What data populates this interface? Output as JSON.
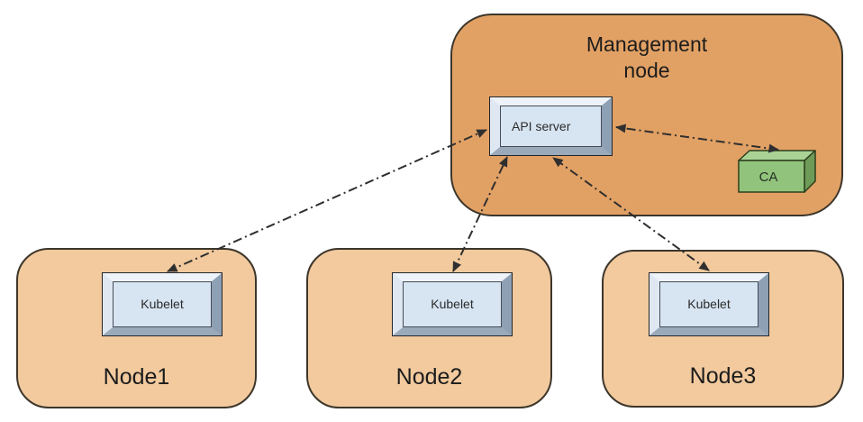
{
  "management": {
    "title": "Management node",
    "api_server_label": "API server",
    "ca_label": "CA"
  },
  "nodes": [
    {
      "label": "Node1",
      "component": "Kubelet"
    },
    {
      "label": "Node2",
      "component": "Kubelet"
    },
    {
      "label": "Node3",
      "component": "Kubelet"
    }
  ],
  "connections": [
    {
      "from": "api-server",
      "to": "kubelet-node1",
      "style": "dash-dot",
      "bidirectional": true
    },
    {
      "from": "api-server",
      "to": "kubelet-node2",
      "style": "dash-dot",
      "bidirectional": true
    },
    {
      "from": "api-server",
      "to": "kubelet-node3",
      "style": "dash-dot",
      "bidirectional": true
    },
    {
      "from": "api-server",
      "to": "ca",
      "style": "dash-dot",
      "bidirectional": true
    }
  ],
  "colors": {
    "management_fill": "#e2a164",
    "node_fill": "#f2ca9e",
    "outline": "#3d362b",
    "bevel_face": "#d7e4f2",
    "bevel_light": "#eef3fa",
    "bevel_dark": "#8ea0b4",
    "ca_front": "#92c37c",
    "ca_top": "#a9d294",
    "ca_side": "#6e9b57",
    "arrow": "#2f2f2f"
  }
}
